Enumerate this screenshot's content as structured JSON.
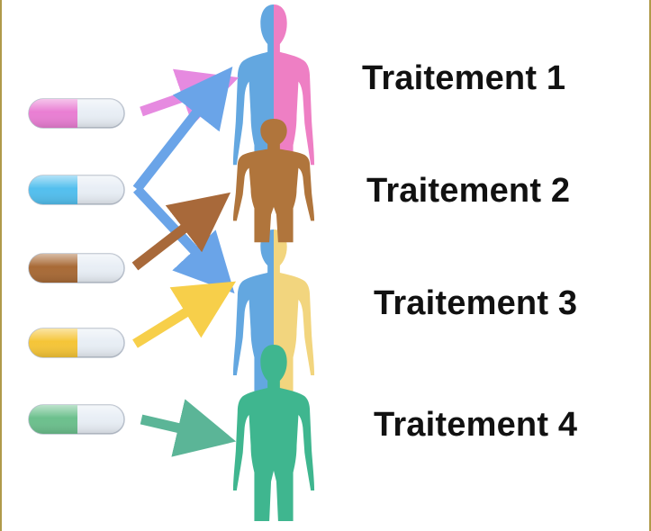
{
  "treatments": [
    {
      "label": "Traitement 1",
      "color": "#e97ed3"
    },
    {
      "label": "Traitement 2",
      "color": "#a86a36"
    },
    {
      "label": "Traitement 3",
      "color": "#f5c538"
    },
    {
      "label": "Traitement 4",
      "color": "#6cc08d"
    }
  ],
  "capsules": [
    {
      "name": "pink-capsule-icon",
      "color": "#e97ed3"
    },
    {
      "name": "blue-capsule-icon",
      "color": "#53bfee"
    },
    {
      "name": "brown-capsule-icon",
      "color": "#a86a36"
    },
    {
      "name": "yellow-capsule-icon",
      "color": "#f5c538"
    },
    {
      "name": "green-capsule-icon",
      "color": "#6cc08d"
    }
  ],
  "colors": {
    "arrow_pink": "#e68ae0",
    "arrow_blue": "#6aa4e8",
    "arrow_brown": "#a8693a",
    "arrow_yellow": "#f7cf4a",
    "arrow_green": "#5bb597",
    "body_blue": "#63a7e0",
    "body_pink": "#ee7fc4",
    "body_brown": "#b0753c",
    "body_yellow": "#f2d57e",
    "body_green": "#3fb68f",
    "frame": "#b09a4a"
  }
}
